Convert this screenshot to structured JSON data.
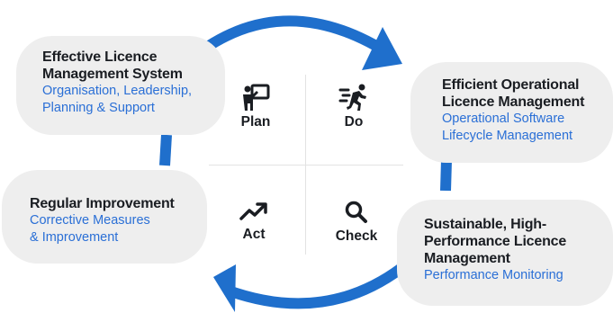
{
  "colors": {
    "accent": "#1f6fcc",
    "box_bg": "#eeeeee",
    "title": "#1a1d22",
    "subtitle": "#2a6fd6"
  },
  "boxes": {
    "management": {
      "title_1": "Effective Licence",
      "title_2": "Management System",
      "sub_1": "Organisation, Leadership,",
      "sub_2": "Planning & Support"
    },
    "operational": {
      "title_1": "Efficient Operational",
      "title_2": "Licence Management",
      "sub_1": "Operational Software",
      "sub_2": "Lifecycle Management"
    },
    "improvement": {
      "title_1": "Regular Improvement",
      "sub_1": "Corrective Measures",
      "sub_2": "& Improvement"
    },
    "performance": {
      "title_1": "Sustainable, High-",
      "title_2": "Performance Licence",
      "title_3": "Management",
      "sub_1": "Performance Monitoring"
    }
  },
  "cycle": {
    "plan": {
      "label": "Plan",
      "icon": "presenter-board-icon"
    },
    "do": {
      "label": "Do",
      "icon": "running-person-icon"
    },
    "act": {
      "label": "Act",
      "icon": "trending-up-icon"
    },
    "check": {
      "label": "Check",
      "icon": "magnifier-icon"
    }
  }
}
